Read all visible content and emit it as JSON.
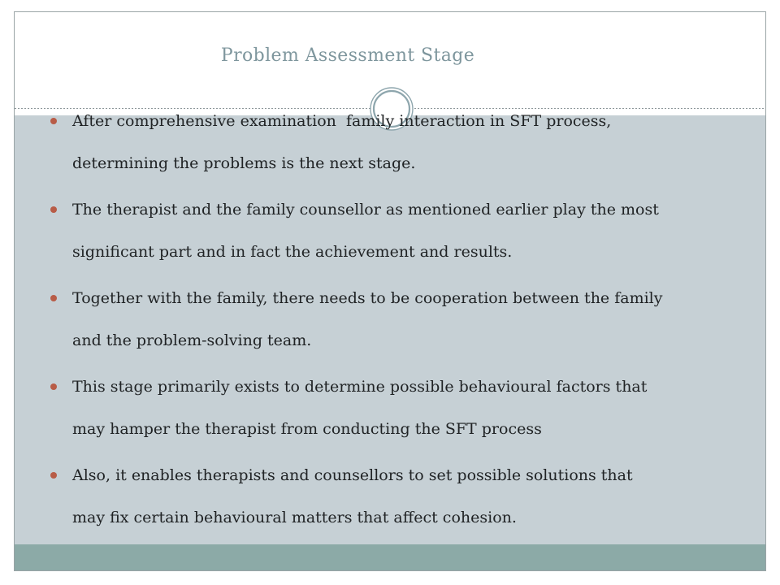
{
  "slide": {
    "title": "Problem Assessment Stage",
    "bullets": [
      {
        "lines": [
          "After comprehensive examination  family interaction in SFT process,",
          "determining the problems is the next stage."
        ]
      },
      {
        "lines": [
          "The therapist and the family counsellor as mentioned earlier play the most",
          "significant part and in fact the achievement and results."
        ]
      },
      {
        "lines": [
          "Together with the family, there needs to be cooperation between the family",
          "and the problem-solving team."
        ]
      },
      {
        "lines": [
          "This stage primarily exists to determine possible behavioural factors that",
          "may hamper the therapist from conducting the SFT process"
        ]
      },
      {
        "lines": [
          "Also, it enables therapists and counsellors to set possible solutions that",
          "may fix certain behavioural matters that affect cohesion."
        ]
      }
    ]
  },
  "colors": {
    "title-color": "#7e969d",
    "body-text": "#202325",
    "content-bg": "#c6d0d5",
    "accent-band": "#8caaa7",
    "bullet-dot": "#b85c47",
    "ring": "#8ea6ad",
    "rule": "#8d979a",
    "slide-border": "#9aa4a6"
  }
}
